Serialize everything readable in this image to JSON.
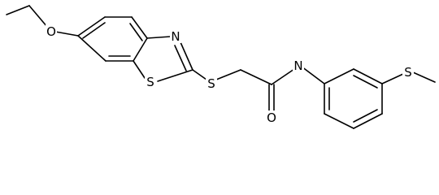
{
  "molecule": {
    "atoms": {
      "O1": "O",
      "N1": "N",
      "S1": "S",
      "S2": "S",
      "N2": "N",
      "O2": "O",
      "S3": "S"
    }
  },
  "colors": {
    "bond": "#000000",
    "label": "#000000",
    "background": "#ffffff"
  }
}
